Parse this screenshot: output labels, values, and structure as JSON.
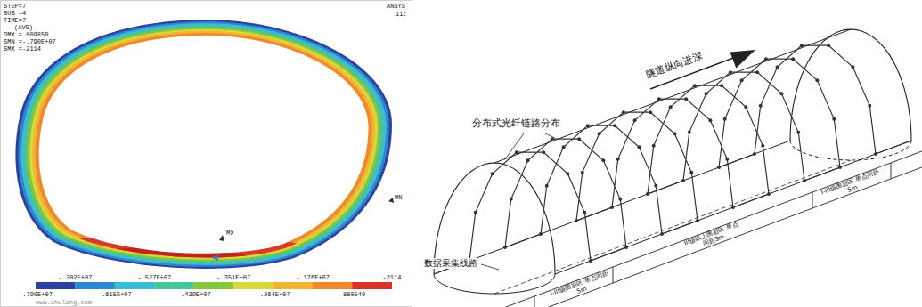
{
  "diagram": {
    "labels": [
      "STEP=7",
      "SUB =4",
      "TIME=7",
      "(AVG)",
      "DMX =.009858",
      "SMN =-.790E+07",
      "SMX =-2114",
      "ANSYS",
      "11:",
      "MN",
      "MX",
      "-.790E+07",
      "-.702E+07",
      "-.615E+07",
      "-.527E+07",
      "-.439E+07",
      "-.351E+07",
      "-.264E+07",
      "-.176E+07",
      "-880540",
      "-2114",
      "www.zhulong.com",
      "隧道纵向进深",
      "分布式光纤链路分布",
      "数据采集线路",
      "I-III级围岩区 单点间距5m",
      "III级以上围岩区 单点间距3m",
      "I-III级围岩区 单点间距5m"
    ]
  }
}
